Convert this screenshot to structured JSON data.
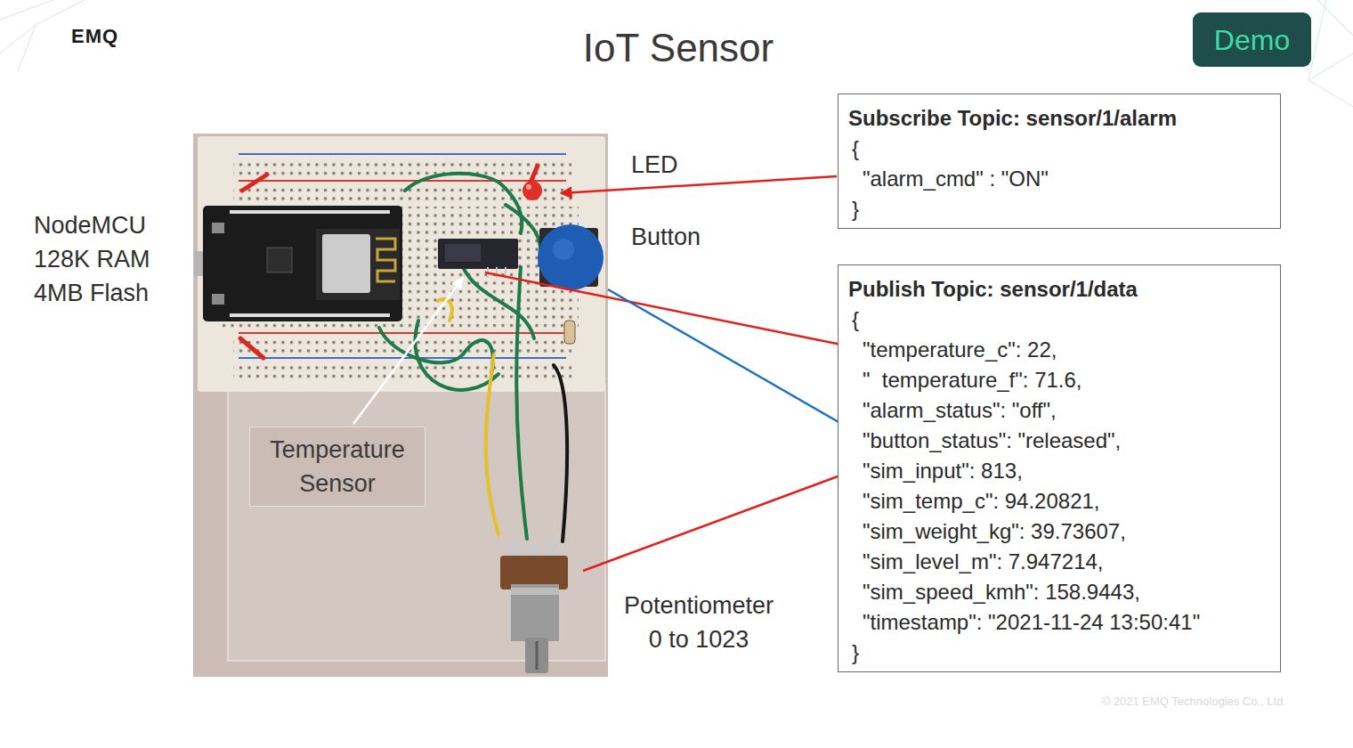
{
  "diagram": {
    "title": "IoT Sensor",
    "nodes": [
      {
        "text": [
          "Demo"
        ]
      },
      {
        "text": [
          "Temperature Sensor"
        ]
      },
      {
        "text": [
          "Subscribe Topic: sensor/1/alarm",
          "{",
          "\"alarm_cmd\" : \"ON\"",
          "}"
        ]
      },
      {
        "text": [
          "Publish Topic: sensor/1/data",
          "{",
          "\"temperature_c\": 22,",
          "\"  temperature_f\": 71.6,",
          "\"alarm_status\": \"off\",",
          "\"button_status\": \"released\",",
          "\"sim_input\": 813,",
          "\"sim_temp_c\": 94.20821,",
          "\"sim_weight_kg\": 39.73607,",
          "\"sim_level_m\": 7.947214,",
          "\"sim_speed_kmh\": 158.9443,",
          "\"timestamp\": \"2021-11-24 13:50:41\"",
          "}"
        ]
      }
    ],
    "labels": [
      "EMQ",
      "NodeMCU 128K RAM 4MB Flash",
      "LED",
      "Button",
      "Potentiometer 0 to 1023",
      "© 2021 EMQ Technologies Co., Ltd."
    ]
  }
}
